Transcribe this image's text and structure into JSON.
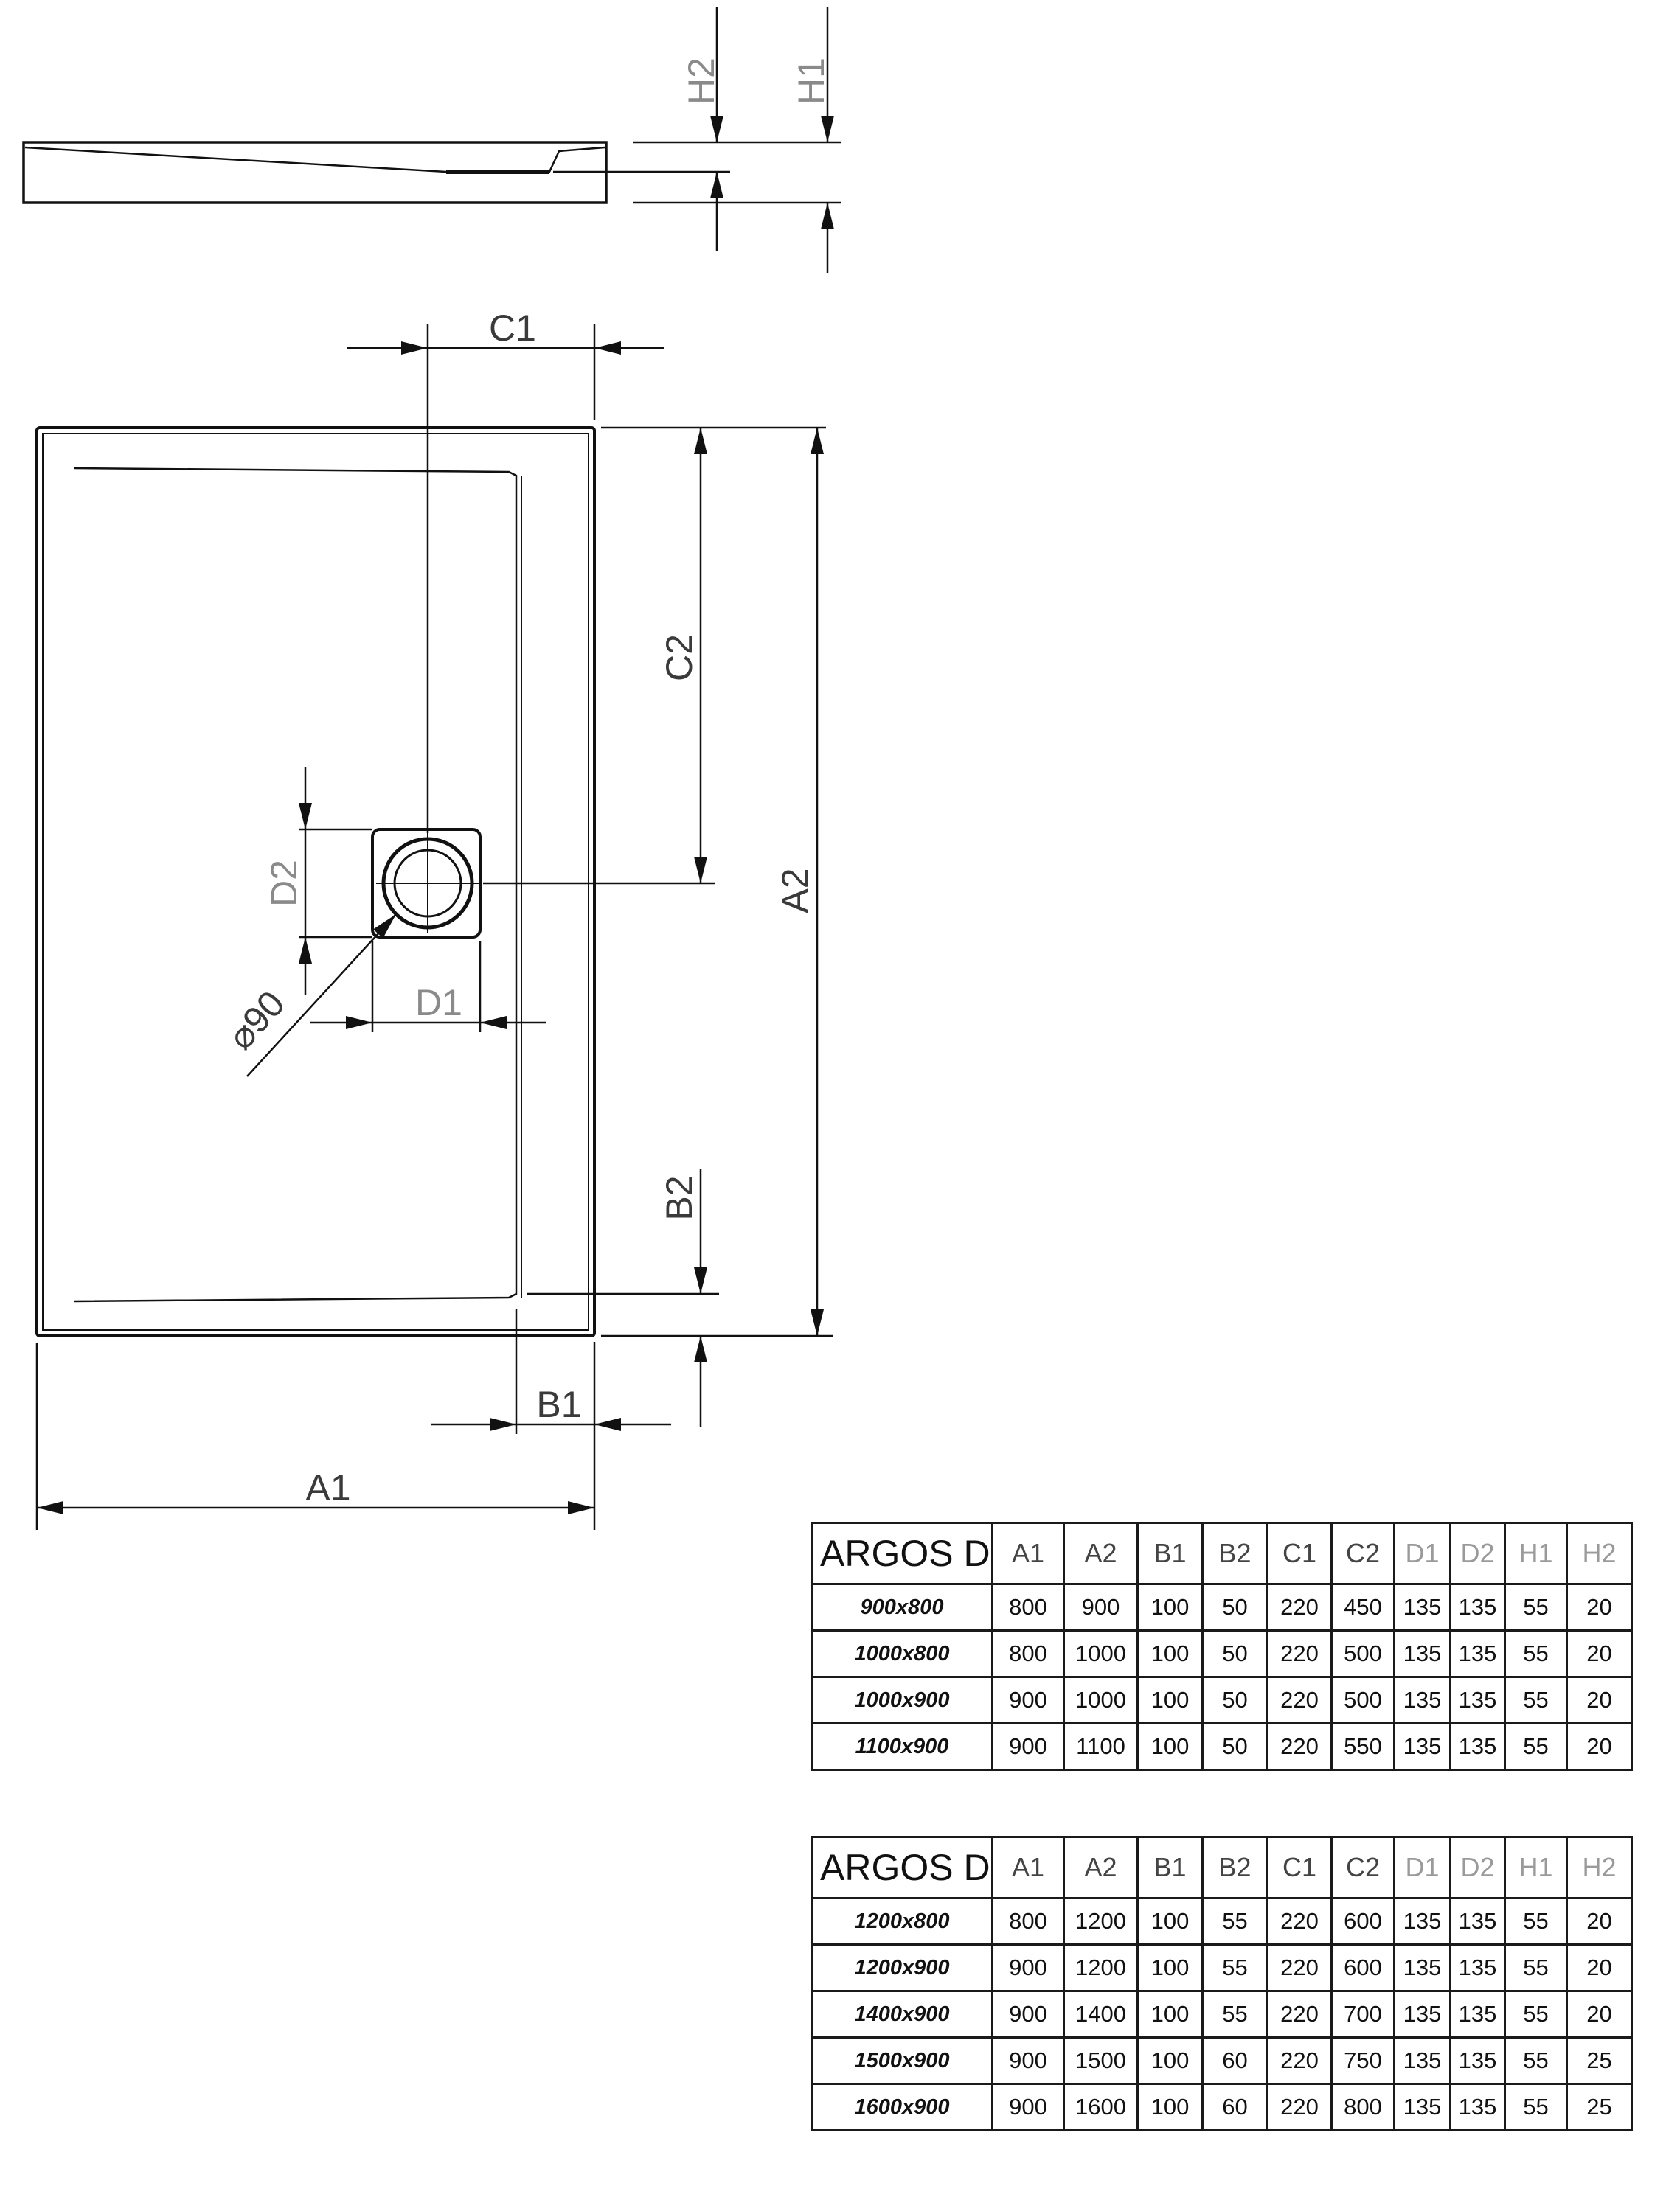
{
  "labels": {
    "H1": "H1",
    "H2": "H2",
    "C1": "C1",
    "C2": "C2",
    "A1": "A1",
    "A2": "A2",
    "B1": "B1",
    "B2": "B2",
    "D1": "D1",
    "D2": "D2",
    "diameter": "⌀90"
  },
  "tables": [
    {
      "title": "ARGOS D",
      "headers": [
        "A1",
        "A2",
        "B1",
        "B2",
        "C1",
        "C2",
        "D1",
        "D2",
        "H1",
        "H2"
      ],
      "rows": [
        {
          "model": "900x800",
          "values": [
            "800",
            "900",
            "100",
            "50",
            "220",
            "450",
            "135",
            "135",
            "55",
            "20"
          ]
        },
        {
          "model": "1000x800",
          "values": [
            "800",
            "1000",
            "100",
            "50",
            "220",
            "500",
            "135",
            "135",
            "55",
            "20"
          ]
        },
        {
          "model": "1000x900",
          "values": [
            "900",
            "1000",
            "100",
            "50",
            "220",
            "500",
            "135",
            "135",
            "55",
            "20"
          ]
        },
        {
          "model": "1100x900",
          "values": [
            "900",
            "1100",
            "100",
            "50",
            "220",
            "550",
            "135",
            "135",
            "55",
            "20"
          ]
        }
      ]
    },
    {
      "title": "ARGOS D",
      "headers": [
        "A1",
        "A2",
        "B1",
        "B2",
        "C1",
        "C2",
        "D1",
        "D2",
        "H1",
        "H2"
      ],
      "rows": [
        {
          "model": "1200x800",
          "values": [
            "800",
            "1200",
            "100",
            "55",
            "220",
            "600",
            "135",
            "135",
            "55",
            "20"
          ]
        },
        {
          "model": "1200x900",
          "values": [
            "900",
            "1200",
            "100",
            "55",
            "220",
            "600",
            "135",
            "135",
            "55",
            "20"
          ]
        },
        {
          "model": "1400x900",
          "values": [
            "900",
            "1400",
            "100",
            "55",
            "220",
            "700",
            "135",
            "135",
            "55",
            "20"
          ]
        },
        {
          "model": "1500x900",
          "values": [
            "900",
            "1500",
            "100",
            "60",
            "220",
            "750",
            "135",
            "135",
            "55",
            "25"
          ]
        },
        {
          "model": "1600x900",
          "values": [
            "900",
            "1600",
            "100",
            "60",
            "220",
            "800",
            "135",
            "135",
            "55",
            "25"
          ]
        }
      ]
    }
  ]
}
